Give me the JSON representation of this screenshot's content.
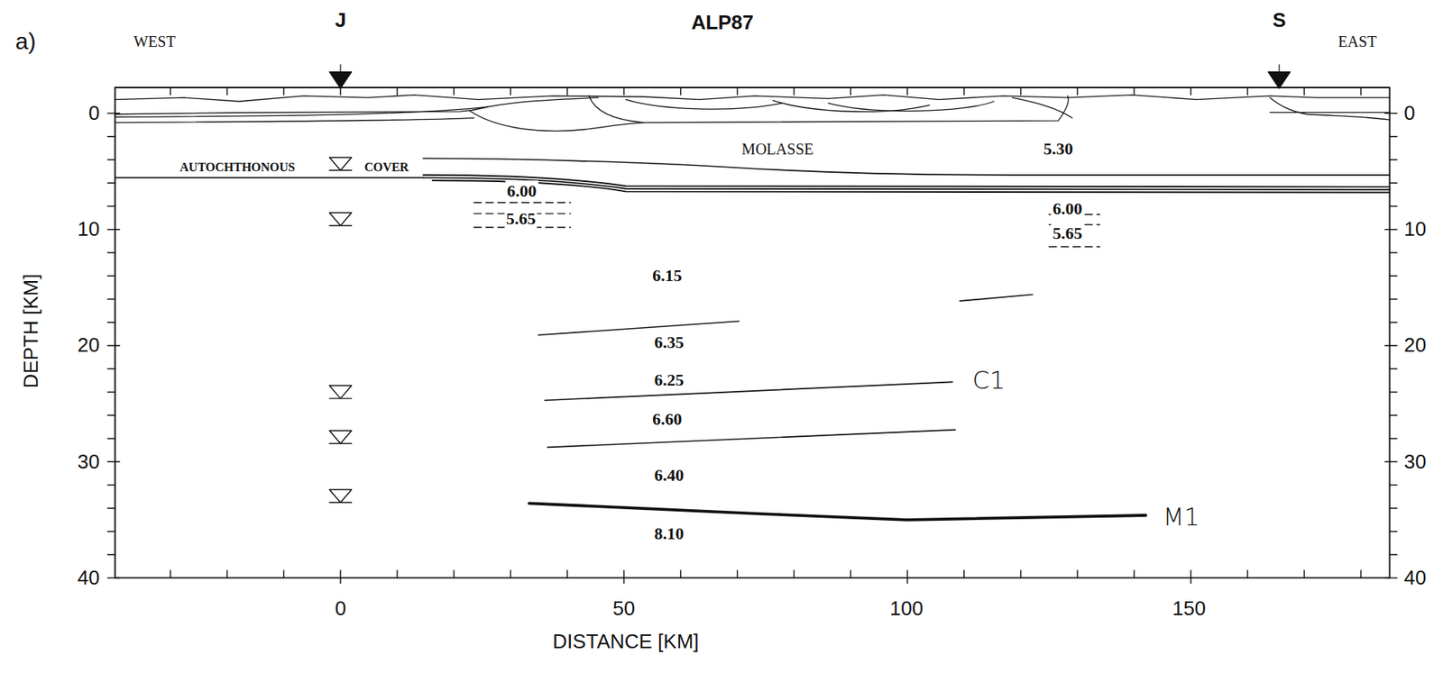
{
  "diagram": {
    "title": "ALP87",
    "labels": [
      "a)",
      "WEST",
      "J",
      "S",
      "EAST",
      "0",
      "10",
      "20",
      "30",
      "40",
      "0",
      "10",
      "20",
      "30",
      "40",
      "DEPTH [KM]",
      "AUTOCHTHONOUS",
      "COVER",
      "MOLASSE",
      "5.30",
      "6.00",
      "5.65",
      "6.00",
      "5.65",
      "6.15",
      "6.35",
      "6.25",
      "C1",
      "6.60",
      "6.40",
      "M1",
      "8.10",
      "0",
      "50",
      "100",
      "150",
      "DISTANCE [KM]"
    ]
  }
}
